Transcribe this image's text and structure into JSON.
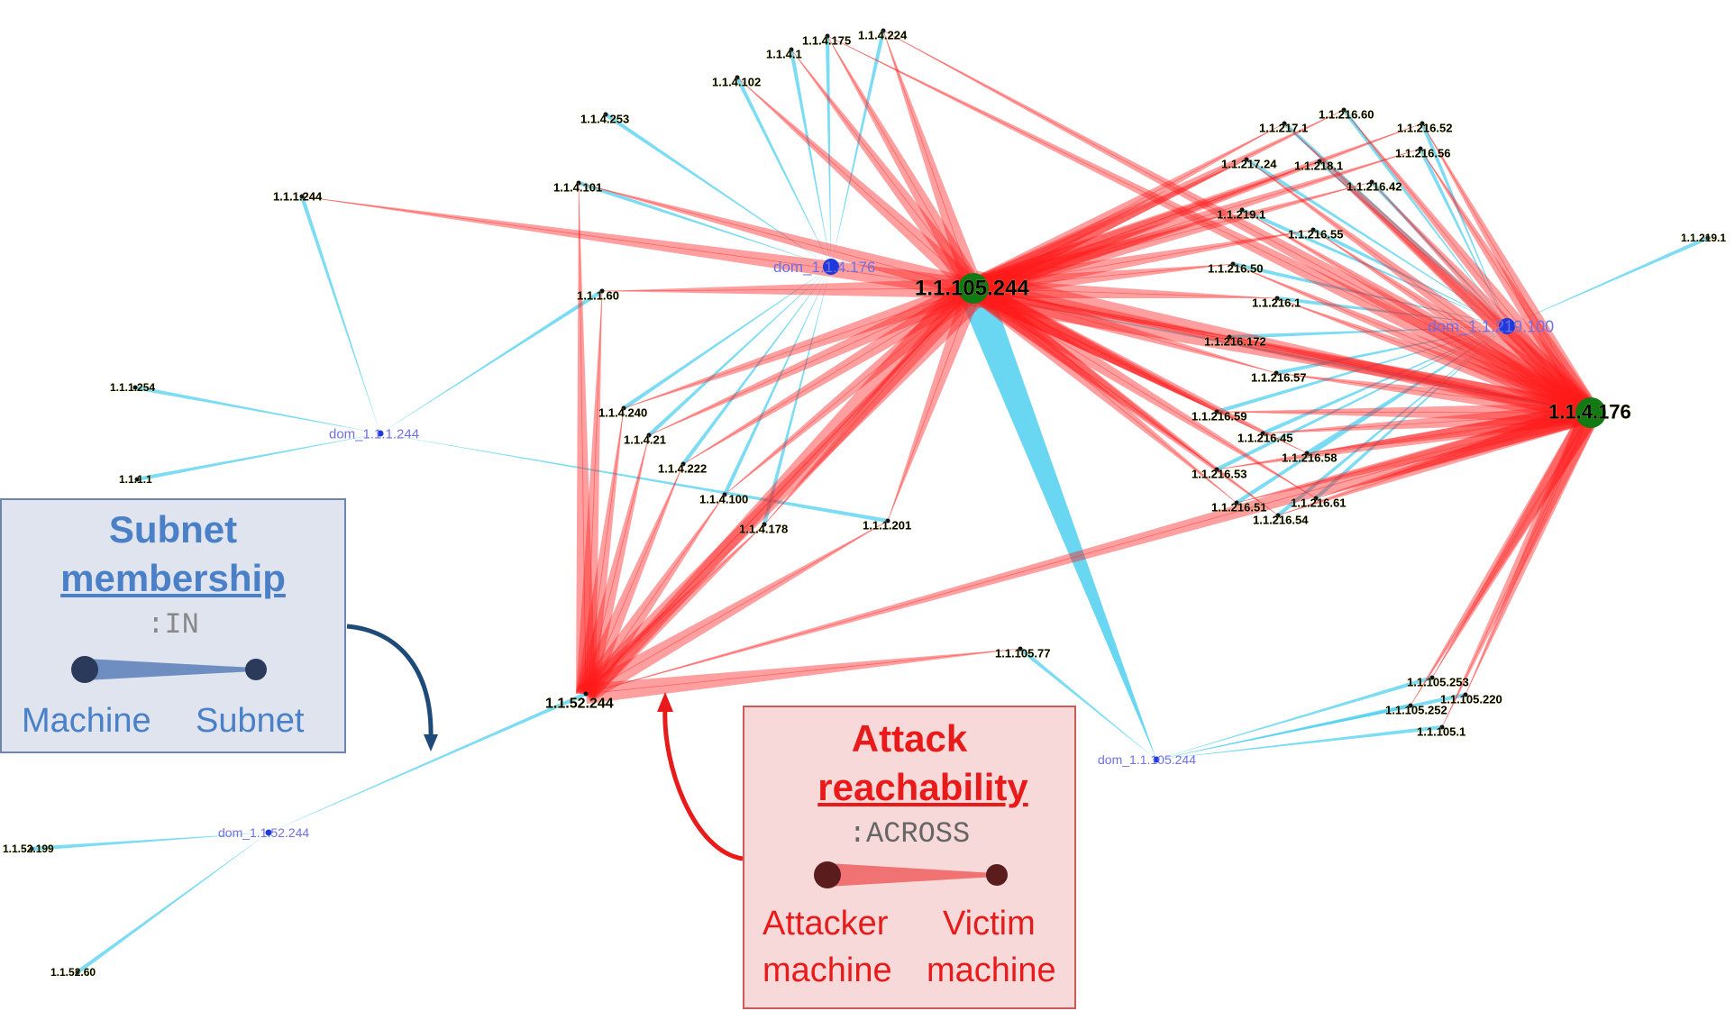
{
  "colors": {
    "subnet_edge": "#4fd0f0",
    "attack_edge": "#ff1a1a",
    "machine_node": "#127a12",
    "subnet_node": "#1e3adb",
    "subnet_label": "#6f6fe6",
    "in_legend_text": "#4a80c7",
    "in_legend_arrow": "#1d4a78",
    "across_legend_text": "#e81a1a",
    "across_legend_arrow": "#e81a1a"
  },
  "nodes": {
    "m_105_244": {
      "label": "1.1.105.244",
      "kind": "machine-hub"
    },
    "m_4_176": {
      "label": "1.1.4.176",
      "kind": "machine-hub"
    },
    "m_52_244": {
      "label": "1.1.52.244",
      "kind": "machine"
    },
    "d_4_176": {
      "label": "dom_1.1.4.176",
      "kind": "subnet"
    },
    "d_219_100": {
      "label": "dom_1.1.219.100",
      "kind": "subnet"
    },
    "d_1_244": {
      "label": "dom_1.1.1.244",
      "kind": "subnet"
    },
    "d_52_244": {
      "label": "dom_1.1.52.244",
      "kind": "subnet"
    },
    "d_105_244": {
      "label": "dom_1.1.105.244",
      "kind": "subnet"
    },
    "m_4_175": {
      "label": "1.1.4.175",
      "kind": "machine"
    },
    "m_4_224": {
      "label": "1.1.4.224",
      "kind": "machine"
    },
    "m_4_1": {
      "label": "1.1.4.1",
      "kind": "machine"
    },
    "m_4_102": {
      "label": "1.1.4.102",
      "kind": "machine"
    },
    "m_4_253": {
      "label": "1.1.4.253",
      "kind": "machine"
    },
    "m_4_101": {
      "label": "1.1.4.101",
      "kind": "machine"
    },
    "m_1_244": {
      "label": "1.1.1.244",
      "kind": "machine"
    },
    "m_1_60": {
      "label": "1.1.1.60",
      "kind": "machine"
    },
    "m_1_254": {
      "label": "1.1.1.254",
      "kind": "machine"
    },
    "m_1_1": {
      "label": "1.1.1.1",
      "kind": "machine"
    },
    "m_4_240": {
      "label": "1.1.4.240",
      "kind": "machine"
    },
    "m_4_21": {
      "label": "1.1.4.21",
      "kind": "machine"
    },
    "m_4_222": {
      "label": "1.1.4.222",
      "kind": "machine"
    },
    "m_4_100": {
      "label": "1.1.4.100",
      "kind": "machine"
    },
    "m_4_178": {
      "label": "1.1.4.178",
      "kind": "machine"
    },
    "m_1_201": {
      "label": "1.1.1.201",
      "kind": "machine"
    },
    "m_216_60": {
      "label": "1.1.216.60",
      "kind": "machine"
    },
    "m_217_1": {
      "label": "1.1.217.1",
      "kind": "machine"
    },
    "m_216_52": {
      "label": "1.1.216.52",
      "kind": "machine"
    },
    "m_216_56": {
      "label": "1.1.216.56",
      "kind": "machine"
    },
    "m_217_24": {
      "label": "1.1.217.24",
      "kind": "machine"
    },
    "m_218_1": {
      "label": "1.1.218.1",
      "kind": "machine"
    },
    "m_216_42": {
      "label": "1.1.216.42",
      "kind": "machine"
    },
    "m_219_1": {
      "label": "1.1.219.1",
      "kind": "machine"
    },
    "m_216_55": {
      "label": "1.1.216.55",
      "kind": "machine"
    },
    "m_219_1b": {
      "label": "1.1.219.1",
      "kind": "machine"
    },
    "m_216_50": {
      "label": "1.1.216.50",
      "kind": "machine"
    },
    "m_216_1": {
      "label": "1.1.216.1",
      "kind": "machine"
    },
    "m_216_172": {
      "label": "1.1.216.172",
      "kind": "machine"
    },
    "m_216_57": {
      "label": "1.1.216.57",
      "kind": "machine"
    },
    "m_216_59": {
      "label": "1.1.216.59",
      "kind": "machine"
    },
    "m_216_45": {
      "label": "1.1.216.45",
      "kind": "machine"
    },
    "m_216_58": {
      "label": "1.1.216.58",
      "kind": "machine"
    },
    "m_216_53": {
      "label": "1.1.216.53",
      "kind": "machine"
    },
    "m_216_61": {
      "label": "1.1.216.61",
      "kind": "machine"
    },
    "m_216_51": {
      "label": "1.1.216.51",
      "kind": "machine"
    },
    "m_216_54": {
      "label": "1.1.216.54",
      "kind": "machine"
    },
    "m_105_77": {
      "label": "1.1.105.77",
      "kind": "machine"
    },
    "m_105_253": {
      "label": "1.1.105.253",
      "kind": "machine"
    },
    "m_105_220": {
      "label": "1.1.105.220",
      "kind": "machine"
    },
    "m_105_252": {
      "label": "1.1.105.252",
      "kind": "machine"
    },
    "m_105_1": {
      "label": "1.1.105.1",
      "kind": "machine"
    },
    "m_52_199": {
      "label": "1.1.52.199",
      "kind": "machine"
    },
    "m_52_60": {
      "label": "1.1.52.60",
      "kind": "machine"
    }
  },
  "legend_in": {
    "title_line1": "Subnet",
    "title_line2": "membership",
    "code": ":IN",
    "from_label": "Machine",
    "to_label": "Subnet"
  },
  "legend_across": {
    "title_line1": "Attack",
    "title_line2": "reachability",
    "code": ":ACROSS",
    "from_label_1": "Attacker",
    "from_label_2": "machine",
    "to_label_1": "Victim",
    "to_label_2": "machine"
  }
}
